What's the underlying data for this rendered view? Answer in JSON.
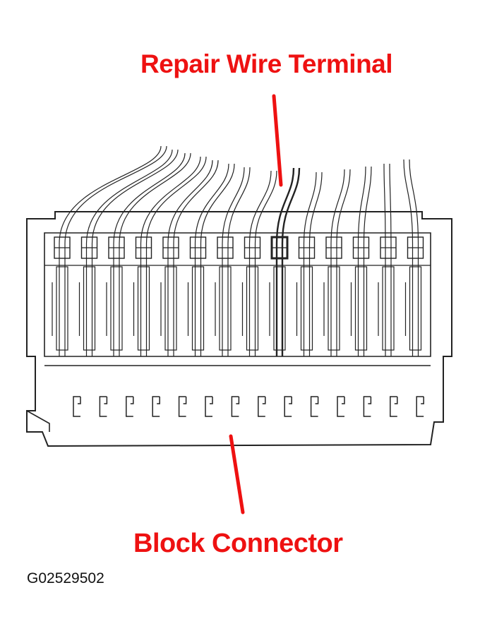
{
  "labels": {
    "repair_wire_terminal": "Repair Wire Terminal",
    "block_connector": "Block Connector"
  },
  "figure_code": "G02529502",
  "colors": {
    "callout": "#ee1111",
    "line_art": "#222222",
    "background": "#ffffff"
  },
  "connector": {
    "terminal_count": 14,
    "highlighted_terminal": 9
  }
}
